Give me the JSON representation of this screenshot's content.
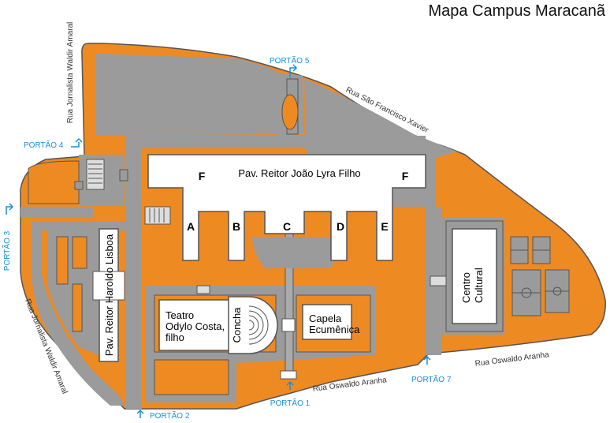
{
  "map": {
    "title": "Mapa Campus Maracanã",
    "colors": {
      "ground": "#ee8a22",
      "paving": "#9b9b9b",
      "outline": "#555555",
      "building": "#ffffff",
      "gate": "#1a8fd6"
    },
    "gates": {
      "g1": "PORTÃO 1",
      "g2": "PORTÃO 2",
      "g3": "PORTÃO 3",
      "g4": "PORTÃO 4",
      "g5": "PORTÃO 5",
      "g7": "PORTÃO 7"
    },
    "streets": {
      "sao_francisco": "Rua São Francisco Xavier",
      "oswaldo_1": "Rua Oswaldo Aranha",
      "oswaldo_2": "Rua Oswaldo Aranha",
      "waldir_top": "Rua Jornalista Waldir Amaral",
      "waldir_left": "Rua Jornalista Waldir Amaral"
    },
    "buildings": {
      "reitor_lyra": "Pav. Reitor João Lyra Filho",
      "block_f": "F",
      "block_a": "A",
      "block_b": "B",
      "block_c": "C",
      "block_d": "D",
      "block_e": "E",
      "reitor_lisboa": "Pav. Reitor Haroldo Lisboa",
      "teatro_1": "Teatro",
      "teatro_2": "Odylo Costa,",
      "teatro_3": "filho",
      "concha": "Concha",
      "capela_1": "Capela",
      "capela_2": "Ecumênica",
      "centro": "Centro",
      "cultural": "Cultural"
    }
  }
}
